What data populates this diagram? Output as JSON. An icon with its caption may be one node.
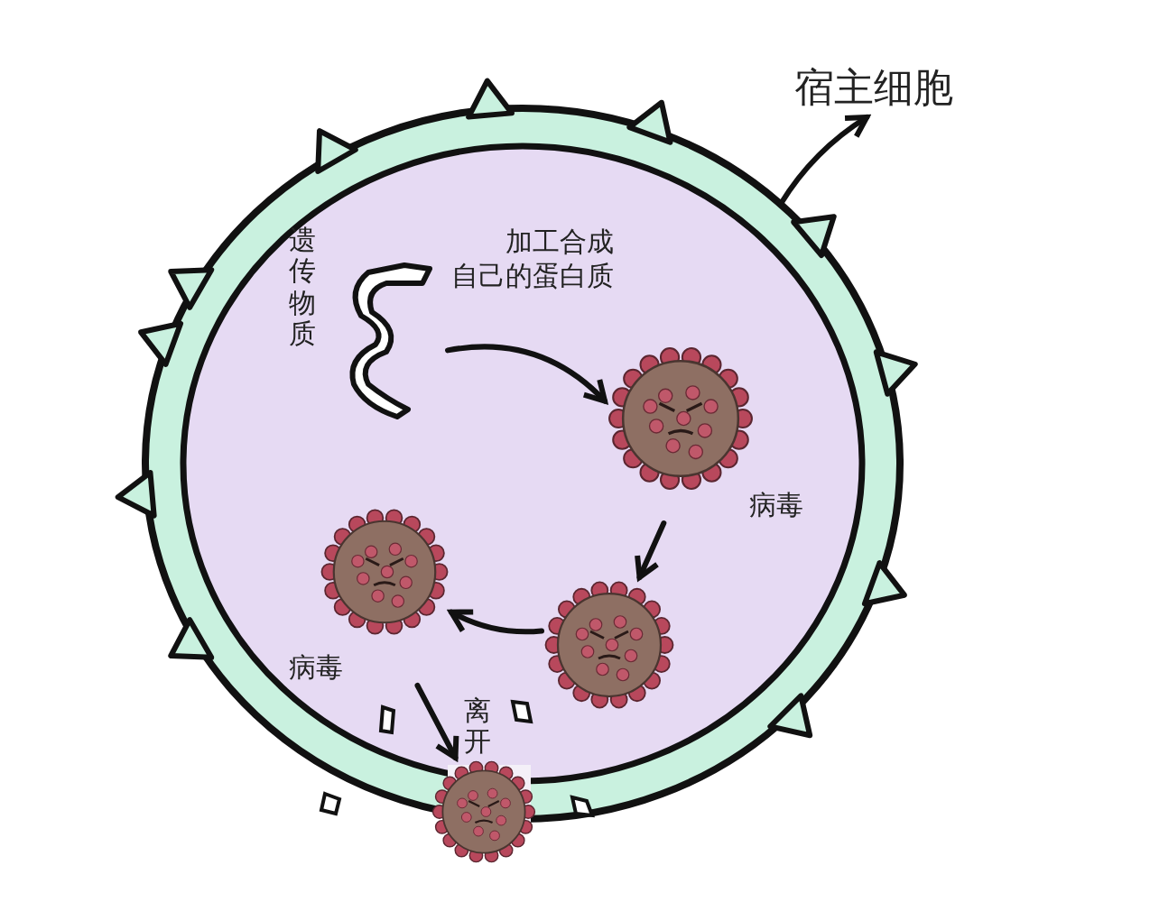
{
  "diagram": {
    "nodes": [
      {
        "text": [
          "宿主细胞"
        ]
      },
      {
        "text": [],
        "shape": "circle"
      },
      {
        "text": [
          "遗传物质"
        ],
        "in": 1
      },
      {
        "text": [
          "病毒"
        ],
        "in": 1
      },
      {
        "text": [],
        "shape": "picture",
        "in": 1
      },
      {
        "text": [
          "病毒"
        ],
        "in": 1
      },
      {
        "text": [],
        "shape": "picture"
      }
    ],
    "edges": [
      {
        "from": 1,
        "to": 0,
        "arrow": "to"
      },
      {
        "from": 2,
        "to": 3,
        "arrow": "to",
        "label": "加工合成自己的蛋白质"
      },
      {
        "from": 3,
        "to": 4,
        "arrow": "to"
      },
      {
        "from": 4,
        "to": 5,
        "arrow": "to"
      },
      {
        "from": 5,
        "to": 6,
        "arrow": "to",
        "label": "离开"
      }
    ]
  }
}
